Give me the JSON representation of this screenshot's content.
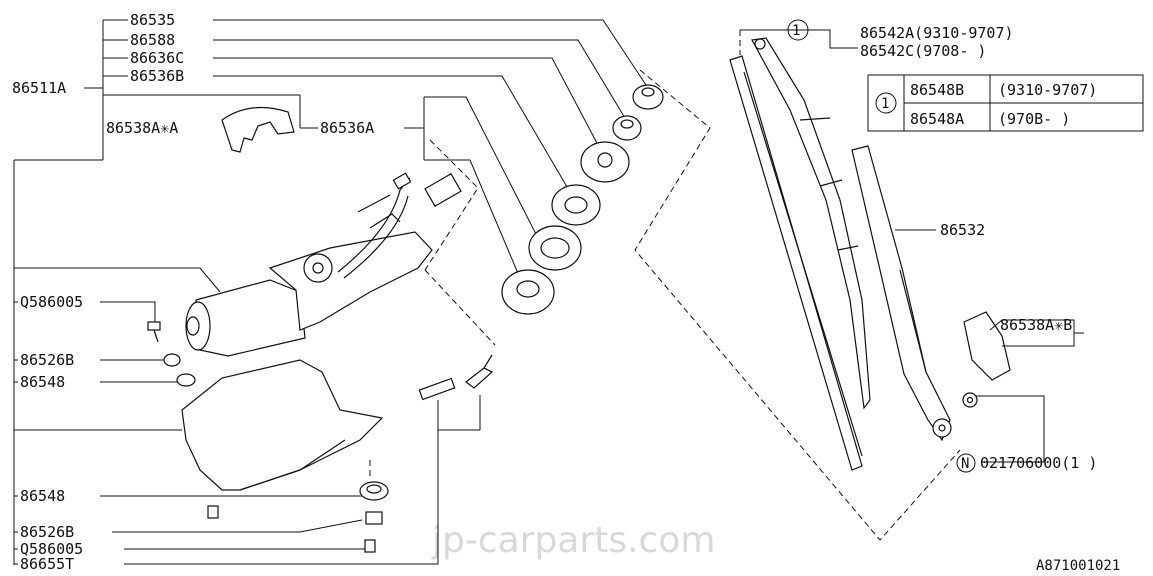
{
  "labels": {
    "p86535": "86535",
    "p86588": "86588",
    "p86636C": "86636C",
    "p86536B": "86536B",
    "p86511A": "86511A",
    "p86538A_A": "86538A✳A",
    "p86536A": "86536A",
    "pQ586005_top": "Q586005",
    "p86526B_top": "86526B",
    "p86548_top": "86548",
    "p86548_bot": "86548",
    "p86526B_bot": "86526B",
    "pQ586005_bot": "Q586005",
    "p86655T": "86655T",
    "callout1": "1",
    "p86542A": "86542A(9310-9707)",
    "p86542C": "86542C(9708-    )",
    "p86532": "86532",
    "p86538A_B": "86538A✳B",
    "nutN": "N",
    "p021706000": "021706000(1  )",
    "diagram_code": "A871001021",
    "watermark": "jp-carparts.com"
  },
  "table": {
    "key": "1",
    "rows": [
      {
        "part": "86548B",
        "range": "(9310-9707)"
      },
      {
        "part": "86548A",
        "range": "(970B-     )"
      }
    ]
  }
}
